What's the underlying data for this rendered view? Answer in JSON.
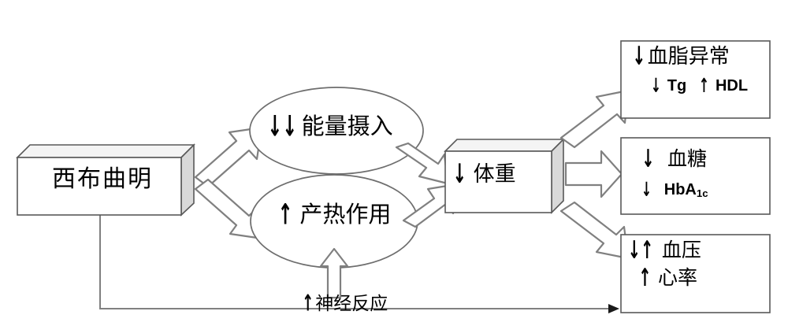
{
  "diagram": {
    "title": "Sibutramine mechanism flow diagram",
    "colors": {
      "stroke": "#595959",
      "fill_box": "#ffffff",
      "fill_side": "#d9d9d9",
      "fill_top": "#f2f2f2",
      "text": "#000000",
      "background": "#ffffff"
    },
    "nodes": {
      "drug": {
        "label": "西布曲明",
        "shape": "3d-box"
      },
      "energy_intake": {
        "arrows": "↓↓",
        "label": "能量摄入",
        "shape": "ellipse"
      },
      "thermogenesis": {
        "arrows": "↑",
        "label": "产热作用",
        "shape": "ellipse"
      },
      "body_weight": {
        "arrows": "↓",
        "label": "体重",
        "shape": "3d-box"
      }
    },
    "outcomes": [
      {
        "name": "dyslipidemia",
        "line1_arrows": "↓",
        "line1_label": "血脂异常",
        "line2": [
          {
            "arrow": "↓",
            "label": "Tg"
          },
          {
            "arrow": "↑",
            "label": "HDL"
          }
        ]
      },
      {
        "name": "blood-glucose",
        "line1_arrows": "↓",
        "line1_label": "血糖",
        "line2_arrow": "↓",
        "line2_label": "HbA",
        "line2_sub": "1c"
      },
      {
        "name": "blood-pressure",
        "line1_arrows": "↓↑",
        "line1_label": "血压",
        "line2_arrow": "↑",
        "line2_label": "心率"
      }
    ],
    "feedback": {
      "arrows": "↑",
      "label": "神经反应"
    }
  }
}
